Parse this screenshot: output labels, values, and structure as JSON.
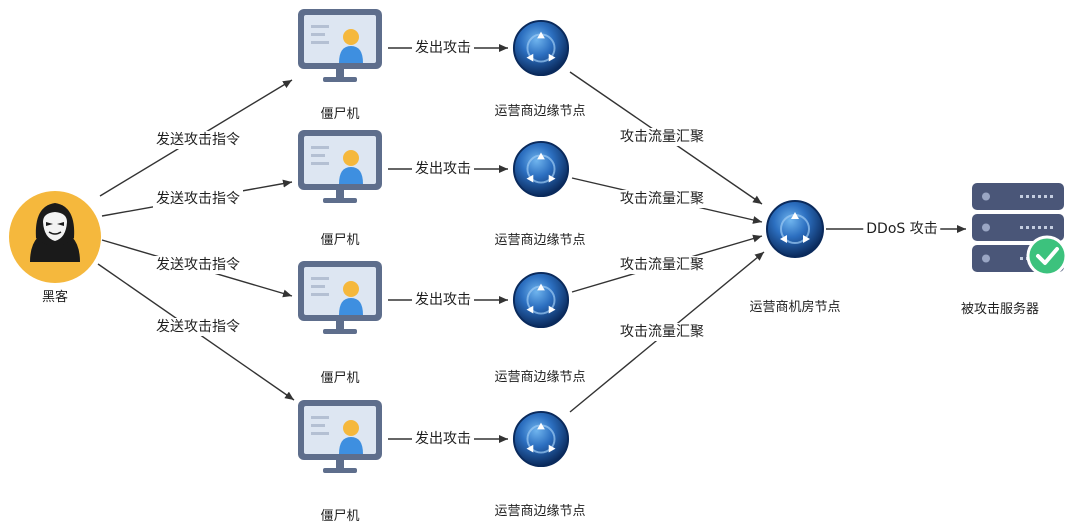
{
  "hacker": {
    "label": "黑客"
  },
  "zombies": [
    {
      "label": "僵尸机",
      "command_label": "发送攻击指令",
      "attack_label": "发出攻击"
    },
    {
      "label": "僵尸机",
      "command_label": "发送攻击指令",
      "attack_label": "发出攻击"
    },
    {
      "label": "僵尸机",
      "command_label": "发送攻击指令",
      "attack_label": "发出攻击"
    },
    {
      "label": "僵尸机",
      "command_label": "发送攻击指令",
      "attack_label": "发出攻击"
    }
  ],
  "edge_nodes": [
    {
      "label": "运营商边缘节点",
      "converge_label": "攻击流量汇聚"
    },
    {
      "label": "运营商边缘节点",
      "converge_label": "攻击流量汇聚"
    },
    {
      "label": "运营商边缘节点",
      "converge_label": "攻击流量汇聚"
    },
    {
      "label": "运营商边缘节点",
      "converge_label": "攻击流量汇聚"
    }
  ],
  "core_node": {
    "label": "运营商机房节点",
    "attack_label": "DDoS 攻击"
  },
  "target_server": {
    "label": "被攻击服务器"
  },
  "colors": {
    "hacker_bg": "#F5B83D",
    "monitor_frame": "#5E6E8C",
    "screen": "#DDE6F2",
    "avatar": "#3E8FE0",
    "avatar_head": "#F5B83D",
    "node_dark": "#0B2F63",
    "node_light": "#3F8FD8",
    "server": "#4A5678",
    "check": "#3CC27D",
    "arrow": "#333333"
  }
}
